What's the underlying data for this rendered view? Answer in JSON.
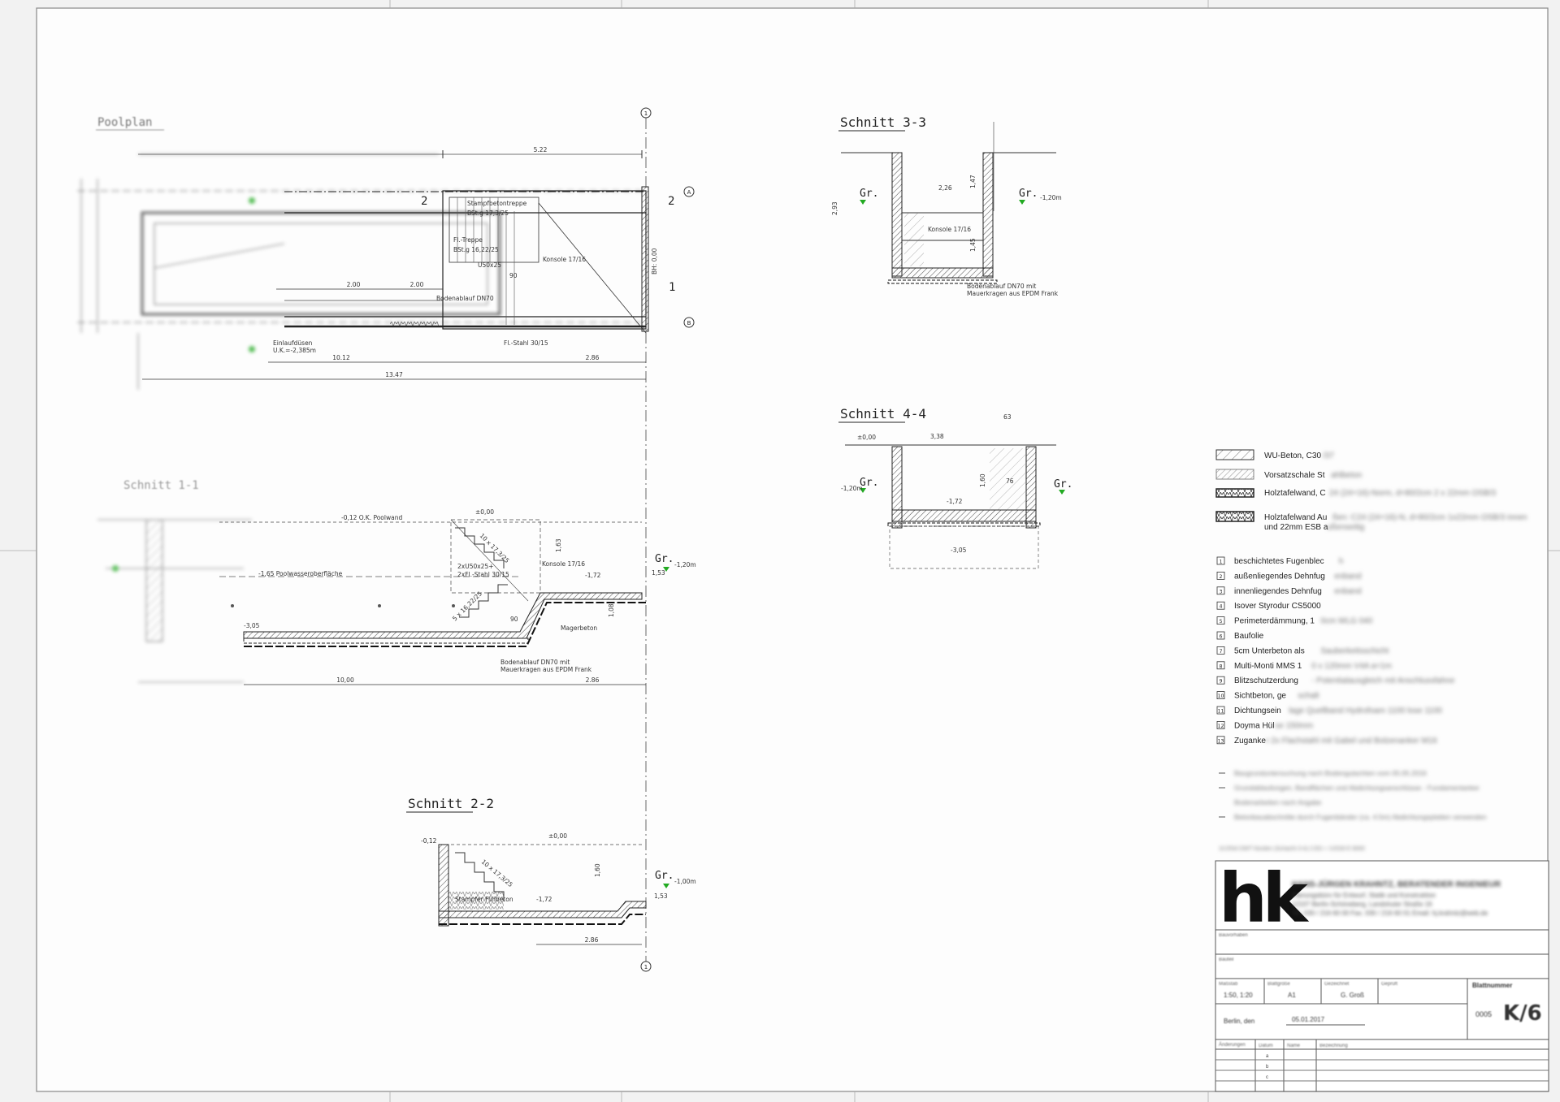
{
  "plan": {
    "title": "Poolplan",
    "section_label": "2",
    "dims_top": [
      "5.22"
    ],
    "dims_bottom": [
      "10.12",
      "2.86",
      "13.47"
    ],
    "dims_inner": [
      "2.00",
      "2.00"
    ],
    "labels": {
      "stampfbeton": "Stampfbetontreppe",
      "bst1": "BSt.g 17,3/25",
      "fl_treppe": "Fl.-Treppe",
      "bst2": "BSt.g 16,22/25",
      "u50": "U50x25",
      "konsole": "Konsole 17/16",
      "bodenablauf": "Bodenablauf DN70",
      "flstahl": "Fl.-Stahl 30/15",
      "einlauf1": "Einlaufdüsen",
      "einlauf2": "U.K.=-2,385m",
      "axis_a": "A",
      "axis_b": "B",
      "axis_1": "1",
      "section_1": "1",
      "dim_90": "90",
      "bh": "BH: 0,00"
    }
  },
  "schnitt11": {
    "title": "Schnitt 1-1",
    "labels": {
      "ok_poolwand": "-0,12 O.K. Poolwand",
      "pool_wasser": "-1,65 Poolwasseroberfläche",
      "zero": "±0,00",
      "m305": "-3,05",
      "konsole": "Konsole 17/16",
      "u50": "2xU50x25+",
      "flstahl": "2xFl.-Stahl 30/15",
      "magerbeton": "Magerbeton",
      "bodenablauf1": "Bodenablauf DN70 mit",
      "bodenablauf2": "Mauerkragen aus EPDM Frank",
      "gr": "Gr.",
      "gr_val": "-1,20m",
      "m172": "-1,72",
      "d153": "1,53",
      "d163": "1,63",
      "d108": "1,08",
      "d90": "90",
      "stairs": "10 x 17,3/25",
      "stairs2": "5 x 16,22/25"
    },
    "dims_bottom": [
      "10,00",
      "2.86"
    ]
  },
  "schnitt22": {
    "title": "Schnitt 2-2",
    "labels": {
      "m012": "-0,12",
      "zero": "±0,00",
      "stampfer": "Stampfer Füllbeton",
      "m172": "-1,72",
      "gr": "Gr.",
      "gr_val": "-1,00m",
      "d160": "1,60",
      "d153": "1,53",
      "d286": "2.86",
      "stairs": "10 x 17,3/25"
    }
  },
  "schnitt33": {
    "title": "Schnitt 3-3",
    "labels": {
      "gr": "Gr.",
      "gr_val": "-1,20m",
      "d226": "2,26",
      "konsole": "Konsole 17/16",
      "bodenablauf1": "Bodenablauf DN70 mit",
      "bodenablauf2": "Mauerkragen aus EPDM Frank",
      "d293": "2,93",
      "d147": "1,47",
      "d145": "1,45"
    }
  },
  "schnitt44": {
    "title": "Schnitt 4-4",
    "labels": {
      "zero": "±0,00",
      "gr": "Gr.",
      "gr_left": "-1,20m",
      "d338": "3,38",
      "m172": "-1,72",
      "m305": "-3,05",
      "d160": "1,60",
      "d63": "63",
      "d76": "76"
    }
  },
  "legend": {
    "materials": [
      {
        "label": "WU-Beton, C30",
        "blur": "/37"
      },
      {
        "label": "Vorsatzschale St",
        "blur": "ahlbeton"
      },
      {
        "label": "Holztafelwand, C",
        "blur": "24 (24+16)-Norm, d=80/2cm 2 x 22mm OSB/3"
      },
      {
        "label": "Holztafelwand Au",
        "blur": "ßen: C24 (24+16)-N, d=80/2cm 1x22mm OSB/3 innen"
      }
    ],
    "materials_line2": "und 22mm ESB a",
    "materials_line2_blur": "ußenseitig",
    "items": [
      {
        "n": "1",
        "label": "beschichtetes Fugenblec",
        "blur": "h"
      },
      {
        "n": "2",
        "label": "außenliegendes Dehnfug",
        "blur": "enband"
      },
      {
        "n": "3",
        "label": "innenliegendes Dehnfug",
        "blur": "enband"
      },
      {
        "n": "4",
        "label": "Isover Styrodur CS5000",
        "blur": ""
      },
      {
        "n": "5",
        "label": "Perimeterdämmung, 1",
        "blur": "0cm WLG 040"
      },
      {
        "n": "6",
        "label": "Baufolie",
        "blur": ""
      },
      {
        "n": "7",
        "label": "5cm Unterbeton als ",
        "blur": "Sauberkeitsschicht"
      },
      {
        "n": "8",
        "label": "Multi-Monti MMS 1",
        "blur": "0 x 120mm V4A a=1m"
      },
      {
        "n": "9",
        "label": "Blitzschutzerdung",
        "blur": " - Potentialausgleich mit Anschlussfahne"
      },
      {
        "n": "10",
        "label": "Sichtbeton, ge",
        "blur": "schalt"
      },
      {
        "n": "11",
        "label": "Dichtungsein",
        "blur": "lage Quellband Hydrofoam 1100 lose 1100"
      },
      {
        "n": "12",
        "label": "Doyma Hül",
        "blur": "se 150mm"
      },
      {
        "n": "13",
        "label": "Zuganke",
        "blur": "r 2x Flachstahl mit Gabel und Bolzenanker M16"
      }
    ],
    "notes": [
      "Baugrunduntersuchung nach Bodengutachten vom 05.05.2016",
      "Grundablaufungen, Bandflächen und Abdichtungsanschlüsse - Fundamentanker",
      "Bodenarbeiten nach Angabe",
      "Betonbauabschnitte durch Fugenbänder (ca. 4.5m) Abdichtungsplatten verwenden"
    ],
    "ref_line": "10.EN4 DWT Norden (Schacht 3-4) 2.EG + 3.EG8 E 8000"
  },
  "titleblock": {
    "logo": "hk",
    "company": "HANS-JÜRGEN KRAHNTZ, BERATENDER INGENIEUR",
    "sub1": "Planungsbüro für Entwurf, Statik und Konstruktion",
    "sub2": "12107 Berlin-Schöneberg, Landshuter Straße 16",
    "sub3": "Tel. 030 / 216 60 00  Fax. 030 / 216 60 01  Email: hj.krahntz@web.de",
    "row_bauvorhaben": "Bauvorhaben",
    "row_bauteil": "Bauteil",
    "col_massstab": "Maßstab",
    "col_massstab_val": "1:50, 1:20",
    "col_format": "Blattgröße",
    "col_format_val": "A1",
    "col_bearbeiter": "Gezeichnet",
    "col_bearbeiter_val": "G. Groß",
    "col_gepr": "Geprüft",
    "blattnummer_label": "Blattnummer",
    "blattnummer_prefix": "0005",
    "blattnummer": "K/6",
    "ort": "Berlin, den",
    "datum": "05.01.2017",
    "aenderungen": "Änderungen",
    "ae_cols": [
      "",
      "Datum",
      "Name",
      "Bezeichnung"
    ],
    "ae_rows": [
      "a",
      "b",
      "c"
    ]
  }
}
